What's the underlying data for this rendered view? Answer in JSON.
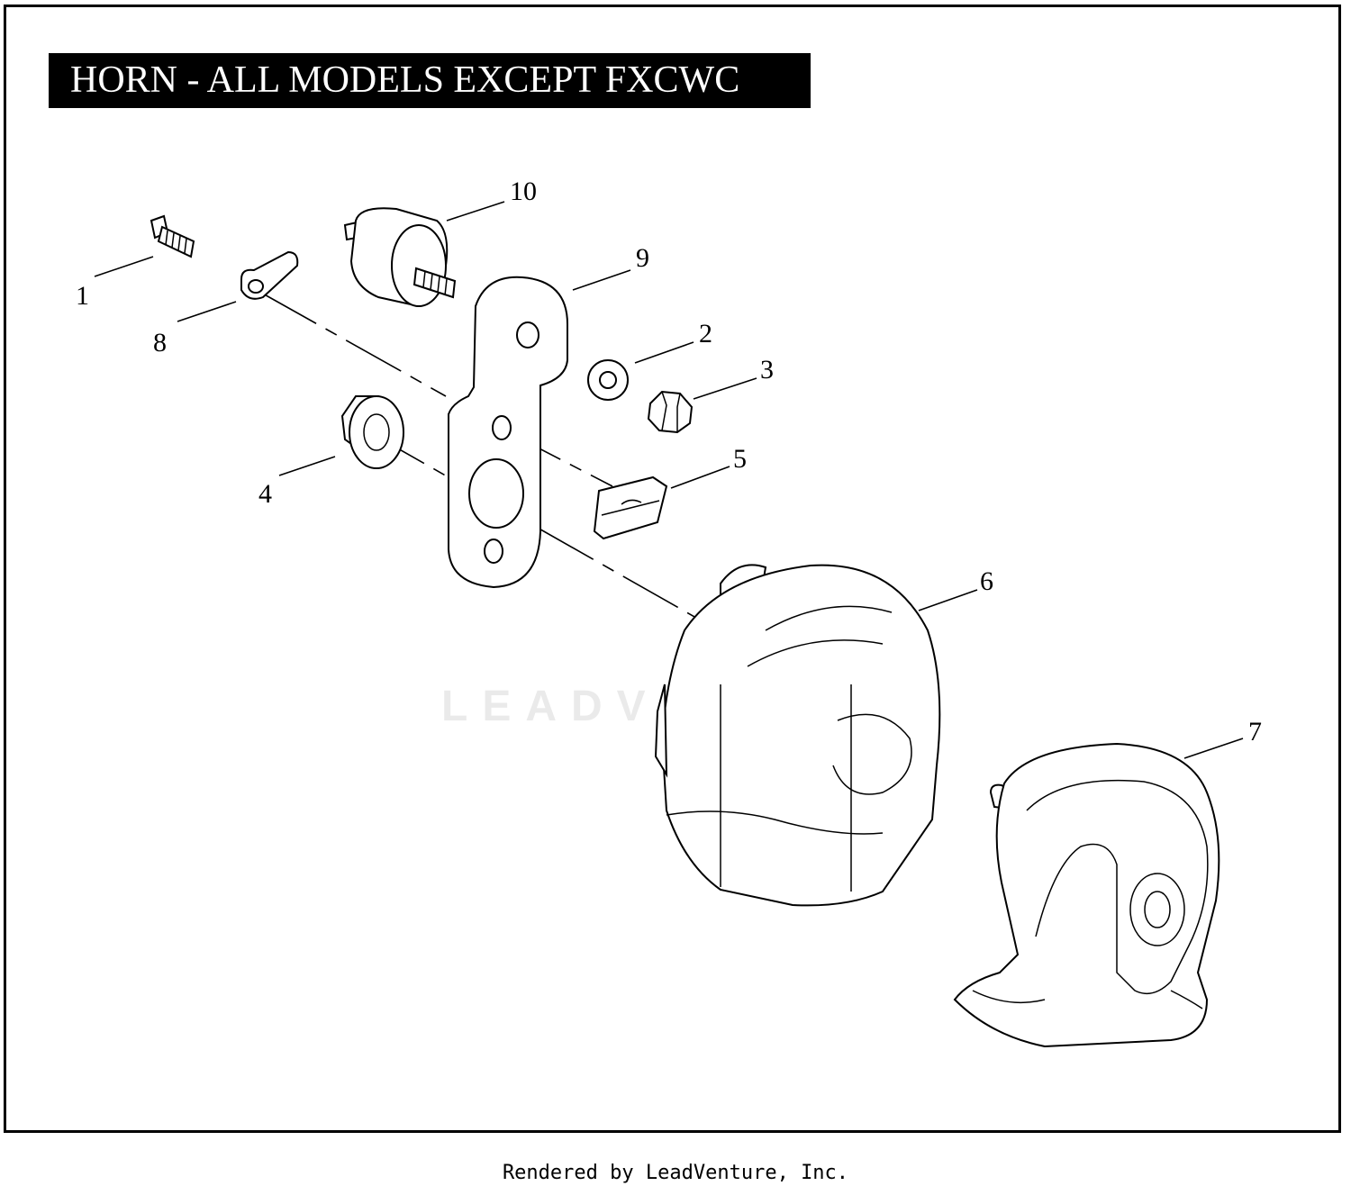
{
  "title": "HORN - ALL MODELS EXCEPT FXCWC",
  "footer": "Rendered by LeadVenture, Inc.",
  "watermark": "LEADVENTURE",
  "callouts": [
    {
      "id": "1",
      "label": "1"
    },
    {
      "id": "2",
      "label": "2"
    },
    {
      "id": "3",
      "label": "3"
    },
    {
      "id": "4",
      "label": "4"
    },
    {
      "id": "5",
      "label": "5"
    },
    {
      "id": "6",
      "label": "6"
    },
    {
      "id": "7",
      "label": "7"
    },
    {
      "id": "8",
      "label": "8"
    },
    {
      "id": "9",
      "label": "9"
    },
    {
      "id": "10",
      "label": "10"
    }
  ]
}
